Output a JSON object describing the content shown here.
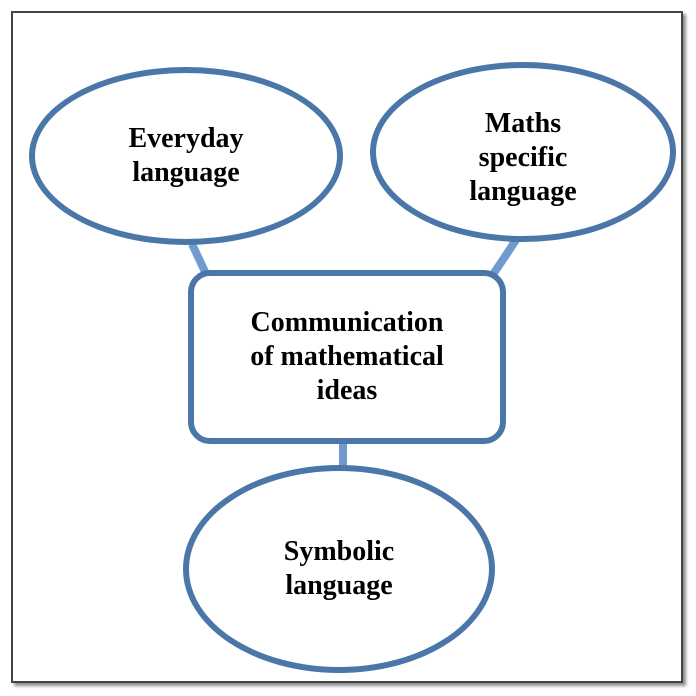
{
  "diagram": {
    "colors": {
      "node_border": "#4a76a8",
      "connector": "#6f9bd1",
      "frame_border": "#444444"
    },
    "nodes": {
      "everyday": {
        "label": "Everyday\nlanguage"
      },
      "maths_specific": {
        "label": "Maths\nspecific\nlanguage"
      },
      "center": {
        "label": "Communication\nof mathematical\nideas"
      },
      "symbolic": {
        "label": "Symbolic\nlanguage"
      }
    }
  }
}
